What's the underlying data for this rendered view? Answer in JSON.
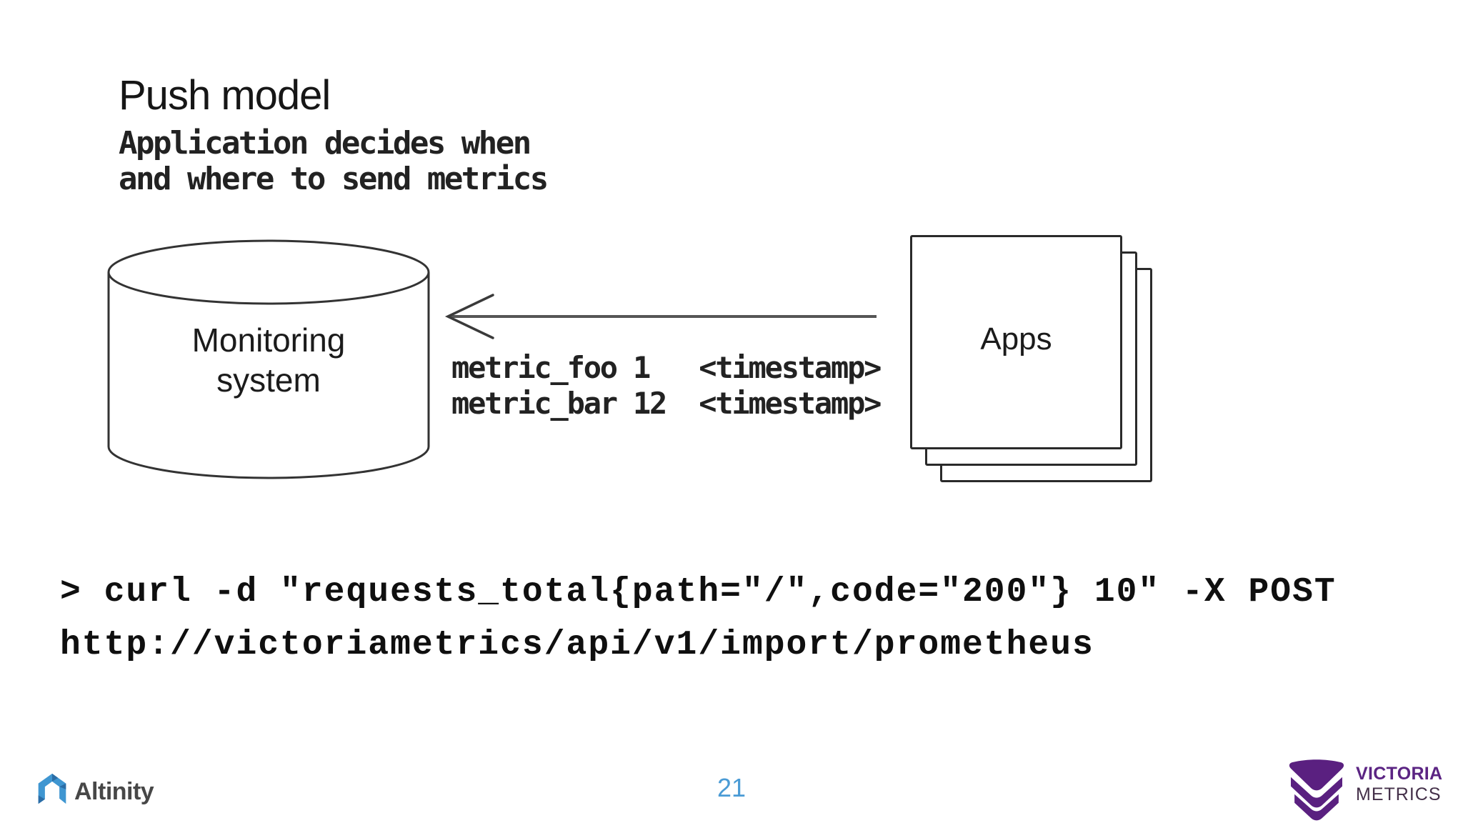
{
  "slide": {
    "title": "Push model",
    "subtitle_line1": "Application decides when",
    "subtitle_line2": "and where to send metrics",
    "page_number": "21"
  },
  "diagram": {
    "monitoring_label_line1": "Monitoring",
    "monitoring_label_line2": "system",
    "apps_label": "Apps",
    "metric_line1": "metric_foo 1   <timestamp>",
    "metric_line2": "metric_bar 12  <timestamp>"
  },
  "code": {
    "line1": "> curl -d \"requests_total{path=\"/\",code=\"200\"} 10\" -X POST",
    "line2": "http://victoriametrics/api/v1/import/prometheus"
  },
  "footer": {
    "altinity_label": "Altinity",
    "victoria_line1": "VICTORIA",
    "victoria_line2": "METRICS"
  },
  "icons": {
    "altinity_logo": "altinity-arch-icon",
    "victoria_metrics_logo": "chevron-stack-icon",
    "flow_arrow": "arrow-left-icon",
    "database": "cylinder-database-icon",
    "apps": "stacked-pages-icon"
  },
  "colors": {
    "ink": "#1e1e1e",
    "page_number_blue": "#4a9bd5",
    "altinity_blue": "#3f96d1",
    "altinity_blue_dark": "#2b6da6",
    "altinity_text_gray": "#474747",
    "vm_purple": "#5a2080",
    "vm_victoria_text": "#5b2483",
    "vm_metrics_text": "#443049"
  }
}
